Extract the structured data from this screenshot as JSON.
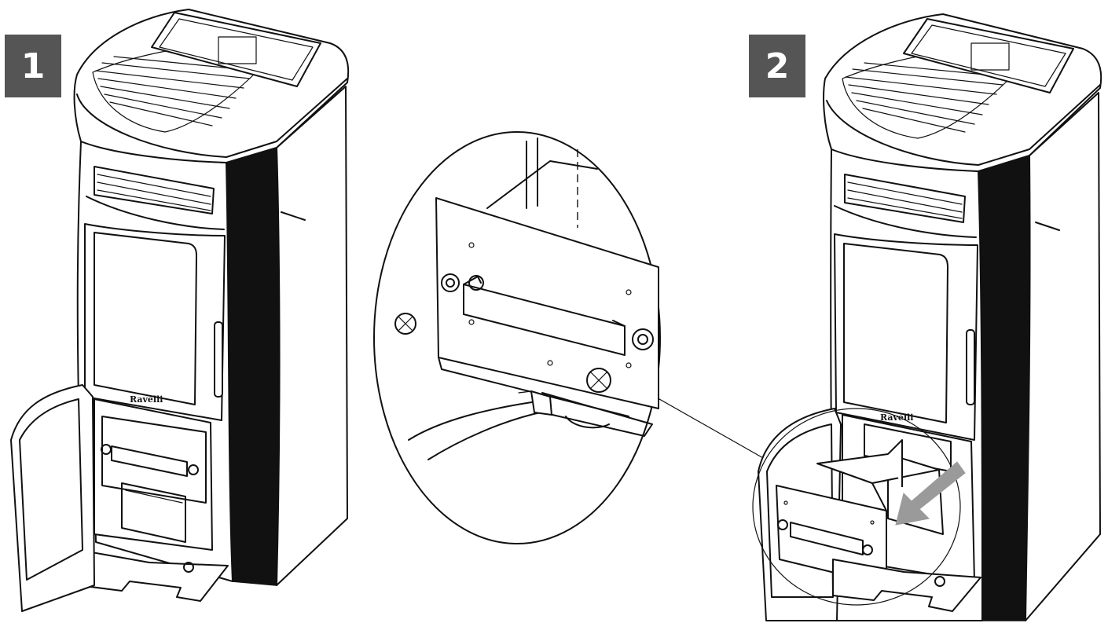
{
  "steps": {
    "step1": {
      "number": "1"
    },
    "step2": {
      "number": "2"
    }
  },
  "branding": {
    "logo_text": "Ravelli"
  },
  "colors": {
    "badge_background": "#555555",
    "badge_text": "#ffffff",
    "line_art": "#111111",
    "removal_arrow": "#9a9a9a"
  },
  "icons": {
    "step1_badge": "step-number-badge",
    "step2_badge": "step-number-badge",
    "removal_direction": "arrow-down-left-icon"
  }
}
